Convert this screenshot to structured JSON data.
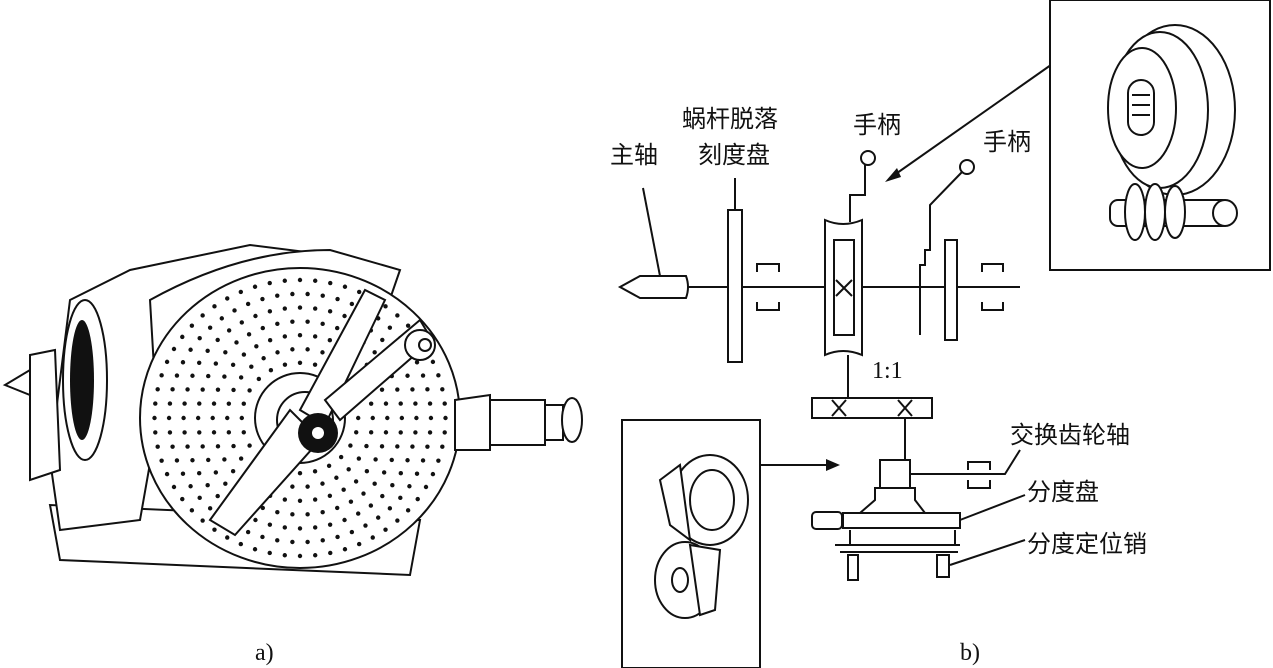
{
  "figure": {
    "part_a": {
      "caption": "a)"
    },
    "part_b": {
      "caption": "b)",
      "labels": {
        "spindle": "主轴",
        "worm_disengage_line1": "蜗杆脱落",
        "worm_disengage_line2": "刻度盘",
        "handle_1": "手柄",
        "handle_2": "手柄",
        "ratio": "1:1",
        "change_gear_shaft": "交换齿轮轴",
        "index_plate": "分度盘",
        "index_pin": "分度定位销"
      }
    }
  }
}
